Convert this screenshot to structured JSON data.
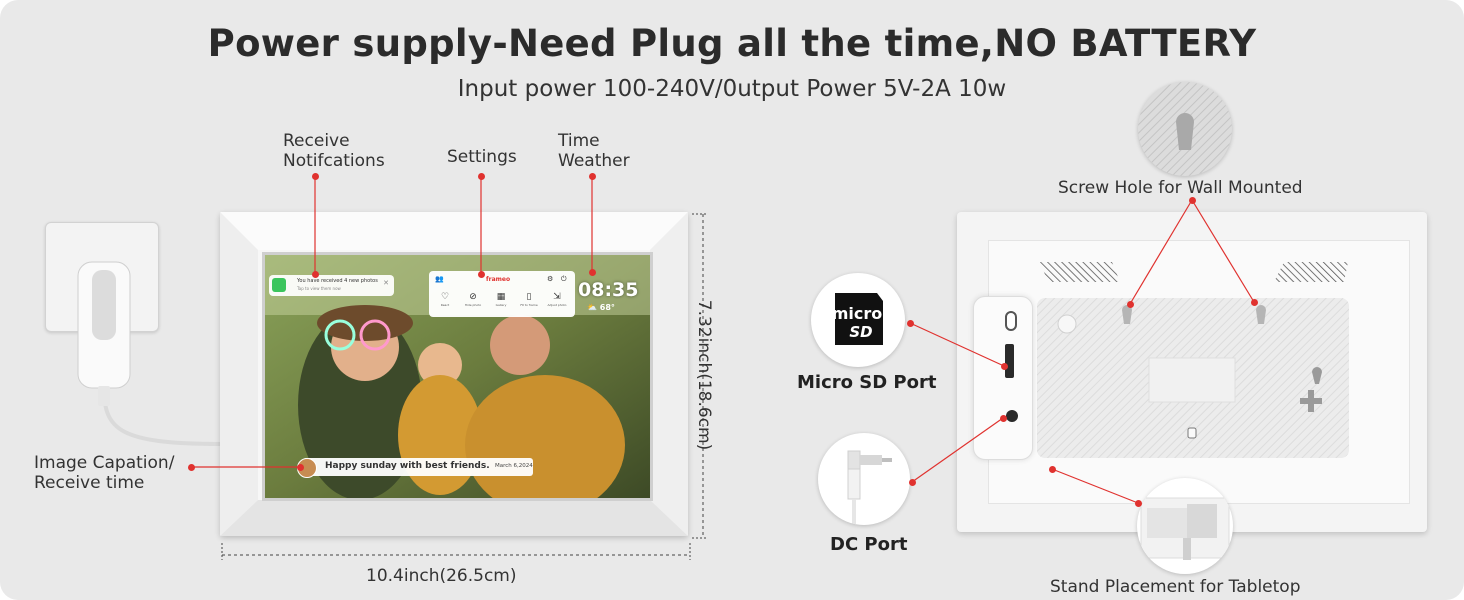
{
  "header": {
    "title": "Power supply-Need Plug all the time,NO BATTERY",
    "subtitle": "Input power 100-240V/0utput Power 5V-2A 10w"
  },
  "front": {
    "labels": {
      "notifications_l1": "Receive",
      "notifications_l2": "Notifcations",
      "settings": "Settings",
      "time_l1": "Time",
      "time_l2": "Weather",
      "caption_l1": "Image Capation/",
      "caption_l2": "Receive time",
      "width": "10.4inch(26.5cm)",
      "height": "7.32inch(18.6cm)"
    },
    "screen": {
      "notification_title": "You have received 4 new photos",
      "notification_sub": "Tap to view them now",
      "menu_brand": "frameo",
      "menu_items": [
        "React",
        "Hide photo",
        "Gallery",
        "Fit to frame",
        "Adjust photo"
      ],
      "clock": "08:35",
      "weather": "68°",
      "caption_text": "Happy sunday with best friends.",
      "caption_date": "March 6,2024"
    }
  },
  "back": {
    "labels": {
      "screw_hole": "Screw Hole for Wall Mounted",
      "micro_sd": "Micro SD Port",
      "dc_port": "DC Port",
      "stand": "Stand Placement for Tabletop"
    },
    "sd_logo_l1": "micro",
    "sd_logo_l2": "SD"
  },
  "colors": {
    "accent": "#e0322f",
    "background": "#e9e9e9",
    "frame": "#f7f7f7"
  }
}
